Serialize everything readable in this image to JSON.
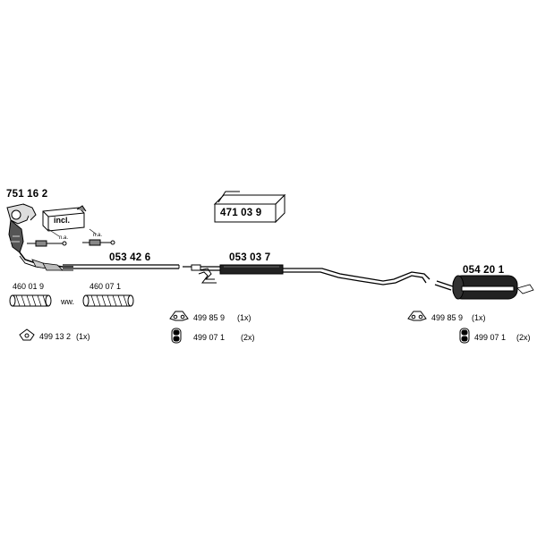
{
  "parts": {
    "catalytic_converter": "751 16 2",
    "incl_label": "incl.",
    "mount_kit": "471 03 9",
    "front_pipe": "053 42 6",
    "middle_silencer": "053 03 7",
    "rear_silencer": "054 20 1",
    "flex_pipe_a": "460 01 9",
    "flex_pipe_b": "460 07 1",
    "alt_text": "ww.",
    "na_label_1": "n.a.",
    "na_label_2": "n.a."
  },
  "fittings": {
    "gasket": {
      "number": "499 13 2",
      "qty": "(1x)"
    },
    "hanger_left": {
      "number": "499 85 9",
      "qty": "(1x)"
    },
    "rubber_left": {
      "number": "499 07 1",
      "qty": "(2x)"
    },
    "hanger_right": {
      "number": "499 85 9",
      "qty": "(1x)"
    },
    "rubber_right": {
      "number": "499 07 1",
      "qty": "(2x)"
    }
  },
  "icons": [
    "catalytic-converter-icon",
    "mount-kit-box-icon",
    "lambda-sensor-icon",
    "flex-pipe-icon",
    "gasket-icon",
    "hanger-icon",
    "rubber-mount-icon"
  ]
}
